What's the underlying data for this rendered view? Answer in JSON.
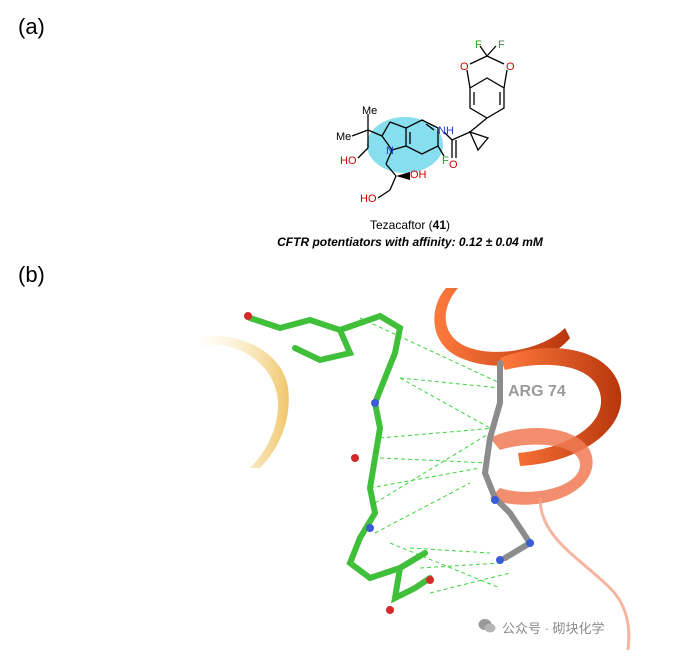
{
  "panel_a": {
    "label": "(a)",
    "atoms": {
      "F1": "F",
      "F2": "F",
      "O1": "O",
      "O2": "O",
      "NH": "N",
      "H": "H",
      "Me1": "Me",
      "Me2": "Me",
      "N_ring": "N",
      "F_ring": "F",
      "O_amide": "O",
      "HO1": "HO",
      "HO2": "HO",
      "OH": "OH"
    },
    "compound_name": "Tezacaftor (",
    "compound_number": "41",
    "compound_close": ")",
    "affinity": "CFTR potentiators with affinity: 0.12 ± 0.04 mM"
  },
  "panel_b": {
    "label": "(b)",
    "residue_label": "ARG 74"
  },
  "watermark": {
    "text": "公众号 · 砌块化学"
  }
}
